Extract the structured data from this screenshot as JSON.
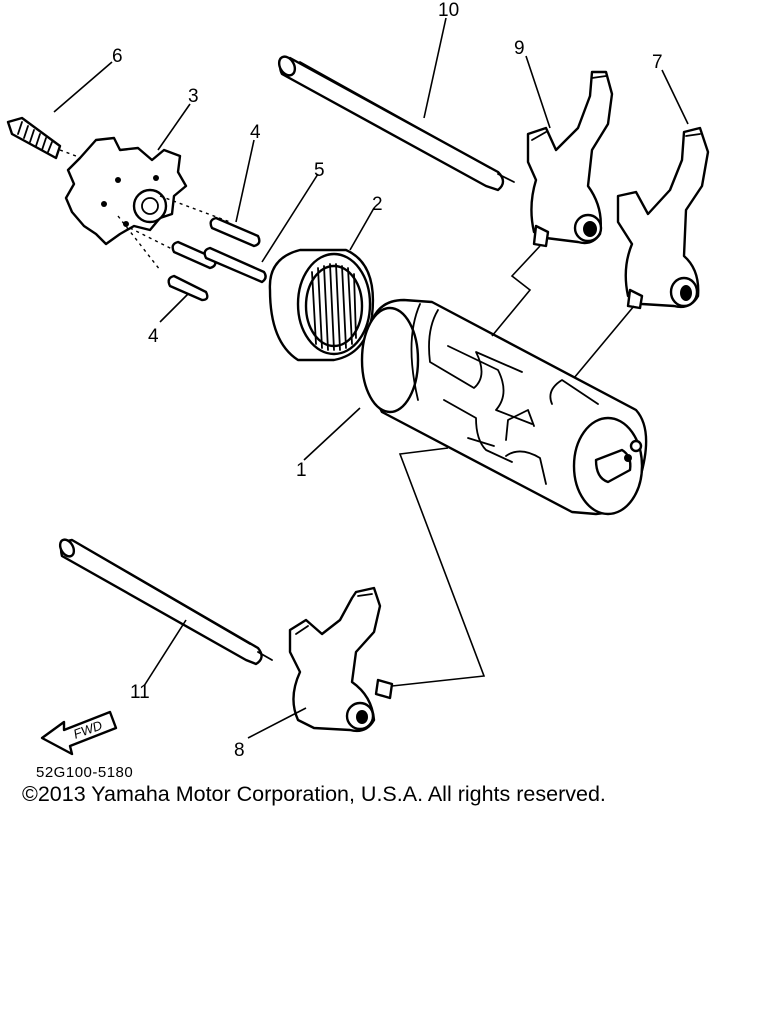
{
  "diagram": {
    "callouts": [
      "10",
      "9",
      "7",
      "6",
      "3",
      "4",
      "5",
      "2",
      "4",
      "1",
      "11",
      "8"
    ],
    "reference_code": "52G100-5180",
    "fwd_label": "FWD"
  },
  "footer": {
    "copyright": "©2013 Yamaha Motor Corporation, U.S.A. All rights reserved."
  }
}
